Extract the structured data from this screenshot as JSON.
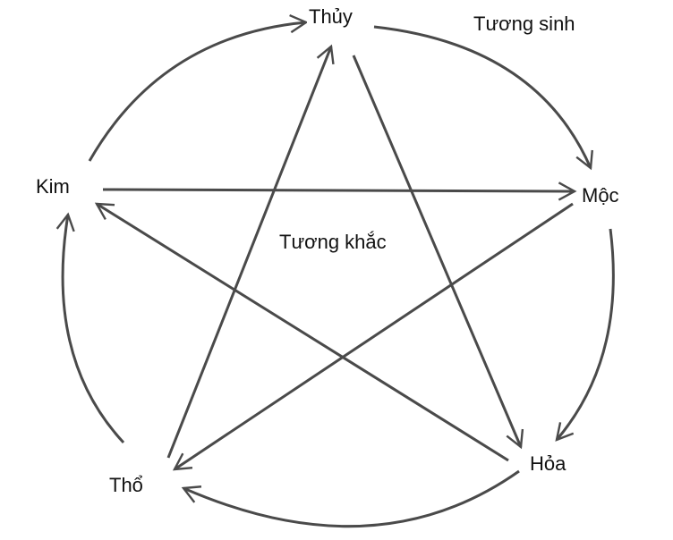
{
  "title_generating": "Tương sinh",
  "title_overcoming": "Tương khắc",
  "elements": {
    "water": "Thủy",
    "wood": "Mộc",
    "fire": "Hỏa",
    "earth": "Thổ",
    "metal": "Kim"
  },
  "colors": {
    "stroke": "#4a4a4a",
    "text": "#111111"
  }
}
